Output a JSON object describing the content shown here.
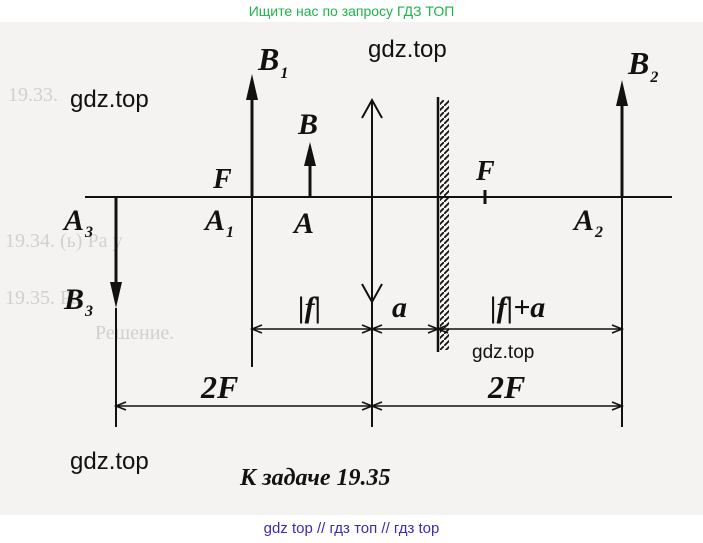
{
  "banner_top": "Ищите нас по запросу ГДЗ ТОП",
  "banner_bottom": "gdz top  //  гдз топ  //  гдз top",
  "watermarks": [
    "gdz.top",
    "gdz.top",
    "gdz.top",
    "gdz.top"
  ],
  "labels": {
    "B1": "B",
    "B1_sub": "1",
    "B2": "B",
    "B2_sub": "2",
    "B": "B",
    "B3": "B",
    "B3_sub": "3",
    "A3": "A",
    "A3_sub": "3",
    "A1": "A",
    "A1_sub": "1",
    "A": "A",
    "A2": "A",
    "A2_sub": "2",
    "F_left": "F",
    "F_right": "F",
    "dim_f": "|f|",
    "dim_a": "a",
    "dim_fa": "|f|+a",
    "dim_2F_left": "2F",
    "dim_2F_right": "2F",
    "caption": "К задаче 19.35"
  },
  "ghost_text": [
    "19.33.",
    "19.34. (ь) Ра у",
    "19.35. Ра",
    "Решение."
  ]
}
